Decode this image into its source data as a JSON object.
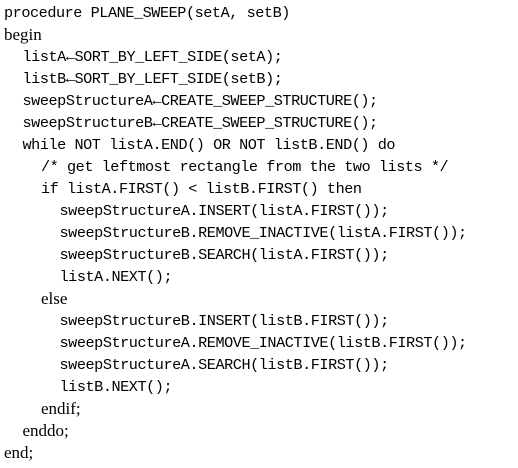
{
  "code_lines": [
    {
      "indent": 0,
      "text": "procedure PLANE_SWEEP(setA, setB)",
      "style": "code"
    },
    {
      "indent": 0,
      "text": "begin",
      "style": "keyword"
    },
    {
      "indent": 1,
      "text": "listA←SORT_BY_LEFT_SIDE(setA);",
      "style": "code"
    },
    {
      "indent": 1,
      "text": "listB←SORT_BY_LEFT_SIDE(setB);",
      "style": "code"
    },
    {
      "indent": 1,
      "text": "sweepStructureA←CREATE_SWEEP_STRUCTURE();",
      "style": "code"
    },
    {
      "indent": 1,
      "text": "sweepStructureB←CREATE_SWEEP_STRUCTURE();",
      "style": "code"
    },
    {
      "indent": 1,
      "text": "while NOT listA.END() OR NOT listB.END() do",
      "style": "code"
    },
    {
      "indent": 2,
      "text": "/* get leftmost rectangle from the two lists */",
      "style": "comment"
    },
    {
      "indent": 2,
      "text": "if listA.FIRST() < listB.FIRST() then",
      "style": "code"
    },
    {
      "indent": 3,
      "text": "sweepStructureA.INSERT(listA.FIRST());",
      "style": "code"
    },
    {
      "indent": 3,
      "text": "sweepStructureB.REMOVE_INACTIVE(listA.FIRST());",
      "style": "code"
    },
    {
      "indent": 3,
      "text": "sweepStructureB.SEARCH(listA.FIRST());",
      "style": "code"
    },
    {
      "indent": 3,
      "text": "listA.NEXT();",
      "style": "code"
    },
    {
      "indent": 2,
      "text": "else",
      "style": "keyword"
    },
    {
      "indent": 3,
      "text": "sweepStructureB.INSERT(listB.FIRST());",
      "style": "code"
    },
    {
      "indent": 3,
      "text": "sweepStructureA.REMOVE_INACTIVE(listB.FIRST());",
      "style": "code"
    },
    {
      "indent": 3,
      "text": "sweepStructureA.SEARCH(listB.FIRST());",
      "style": "code"
    },
    {
      "indent": 3,
      "text": "listB.NEXT();",
      "style": "code"
    },
    {
      "indent": 2,
      "text": "endif;",
      "style": "keyword"
    },
    {
      "indent": 1,
      "text": "enddo;",
      "style": "keyword"
    },
    {
      "indent": 0,
      "text": "end;",
      "style": "keyword"
    }
  ]
}
